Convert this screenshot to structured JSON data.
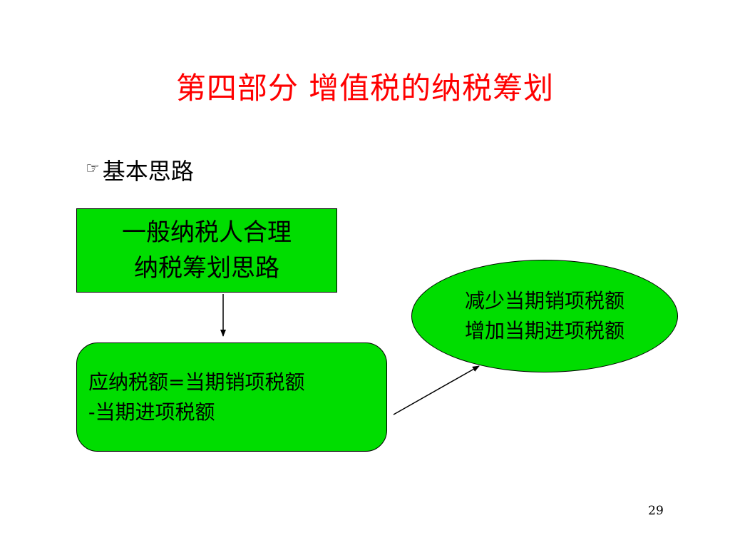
{
  "slide": {
    "title": "第四部分 增值税的纳税筹划",
    "bullet": {
      "icon": "pointing-hand-icon",
      "text": "基本思路"
    },
    "boxes": {
      "general_taxpayer": {
        "line1": "一般纳税人合理",
        "line2": "纳税筹划思路"
      },
      "formula": {
        "line1": "应纳税额=当期销项税额",
        "line2": "-当期进项税额"
      },
      "strategy": {
        "line1": "减少当期销项税额",
        "line2": "增加当期进项税额"
      }
    },
    "page_number": "29"
  },
  "colors": {
    "title": "#ff0000",
    "box_fill": "#00dd00",
    "outline": "#000000",
    "background": "#ffffff"
  }
}
